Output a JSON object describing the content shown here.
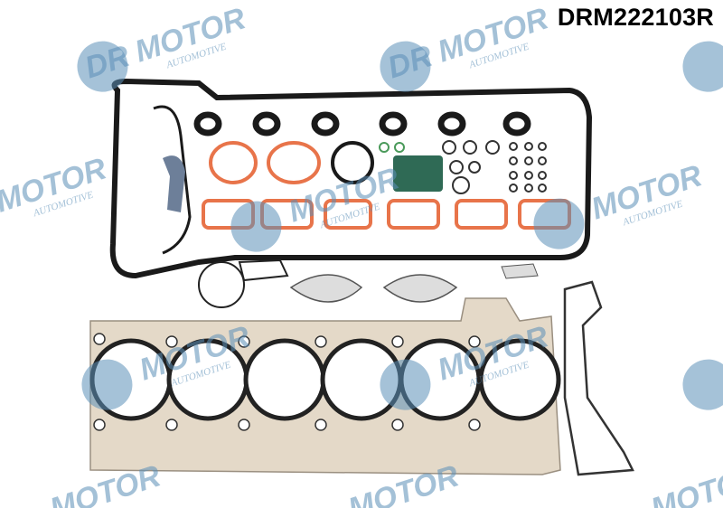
{
  "product": {
    "code": "DRM222103R"
  },
  "watermark": {
    "brand": "DR.MOTOR",
    "tagline": "AUTOMOTIVE",
    "color": "#5b8fb8"
  },
  "colors": {
    "head_gasket": "#e4d9c8",
    "rubber_black": "#1a1a1a",
    "orange_gasket": "#e8744a",
    "hose_blue": "#6d7f99"
  }
}
